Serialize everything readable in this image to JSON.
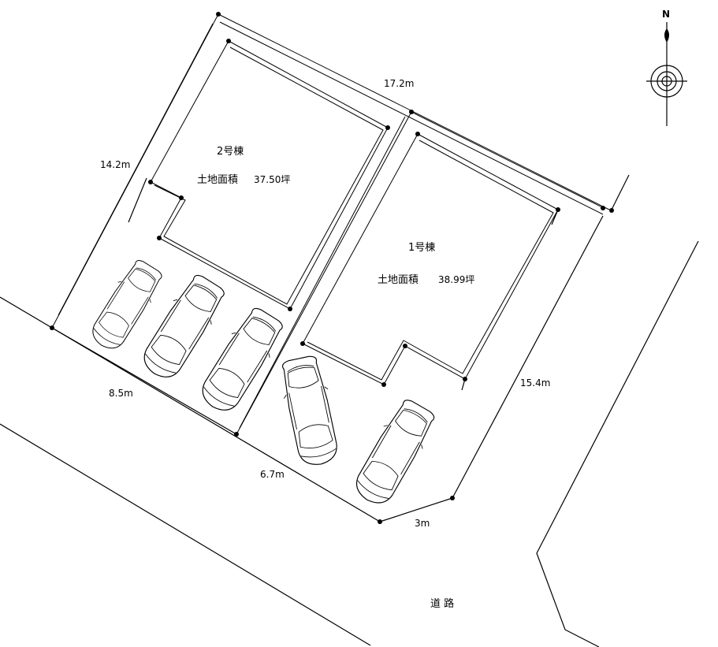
{
  "buildings": [
    {
      "name": "2号棟",
      "area_label": "土地面積",
      "area_value": "37.50坪"
    },
    {
      "name": "1号棟",
      "area_label": "土地面積",
      "area_value": "38.99坪"
    }
  ],
  "dimensions": {
    "top": "17.2m",
    "left": "14.2m",
    "right": "15.4m",
    "front_left": "8.5m",
    "front_mid": "6.7m",
    "front_right": "3m"
  },
  "road_label": "道 路",
  "compass_label": "N"
}
